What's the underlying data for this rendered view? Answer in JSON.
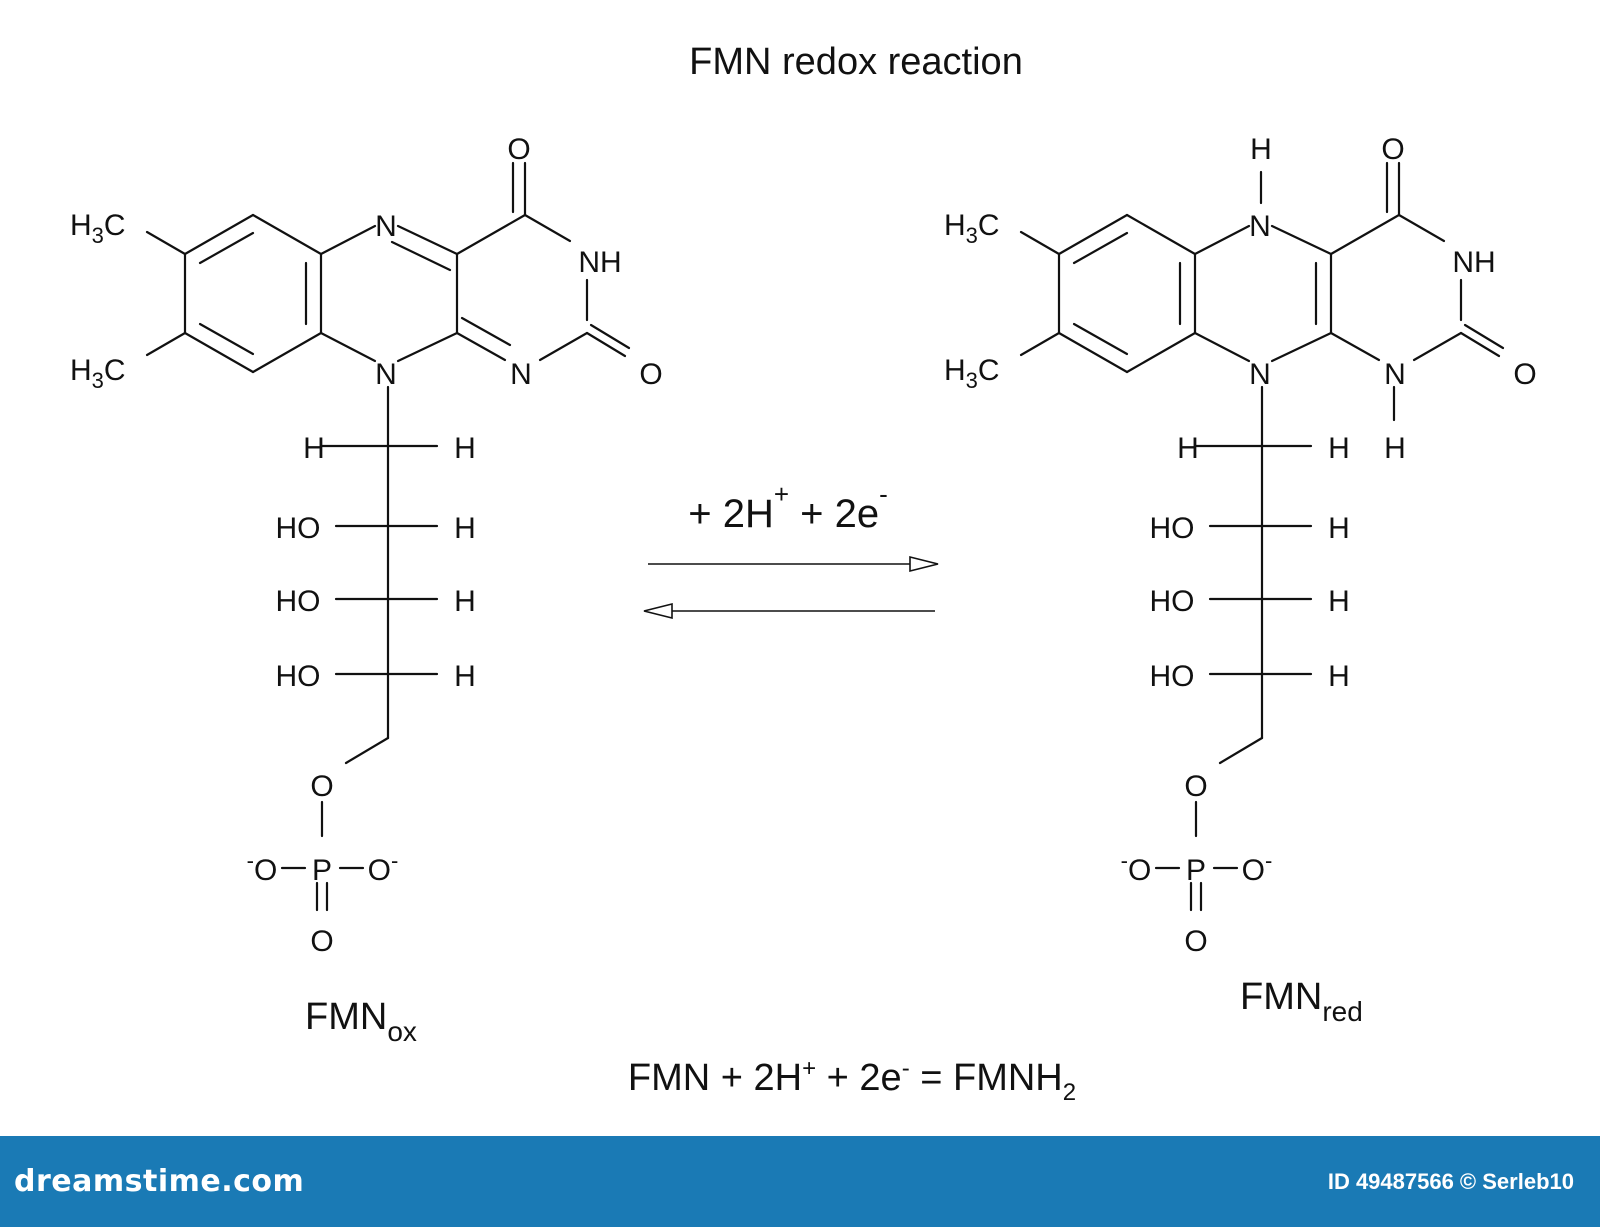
{
  "diagram": {
    "title": "FMN redox reaction",
    "reaction_label": "+ 2H+ + 2e-",
    "reactant_label": "FMNox",
    "product_label": "FMNred",
    "equation": "FMN + 2H+ + 2e- = FMNH2",
    "atoms": {
      "methyl": "H3C",
      "nitrogen": "N",
      "imide": "NH",
      "oxygen": "O",
      "hydrogen": "H",
      "hydroxyl": "HO",
      "phosphorus": "P",
      "oxide": "O-"
    }
  },
  "footer": {
    "brand": "dreamstime.com",
    "stock_id": "ID 49487566 © Serleb10",
    "color": "#1a7ab5"
  }
}
